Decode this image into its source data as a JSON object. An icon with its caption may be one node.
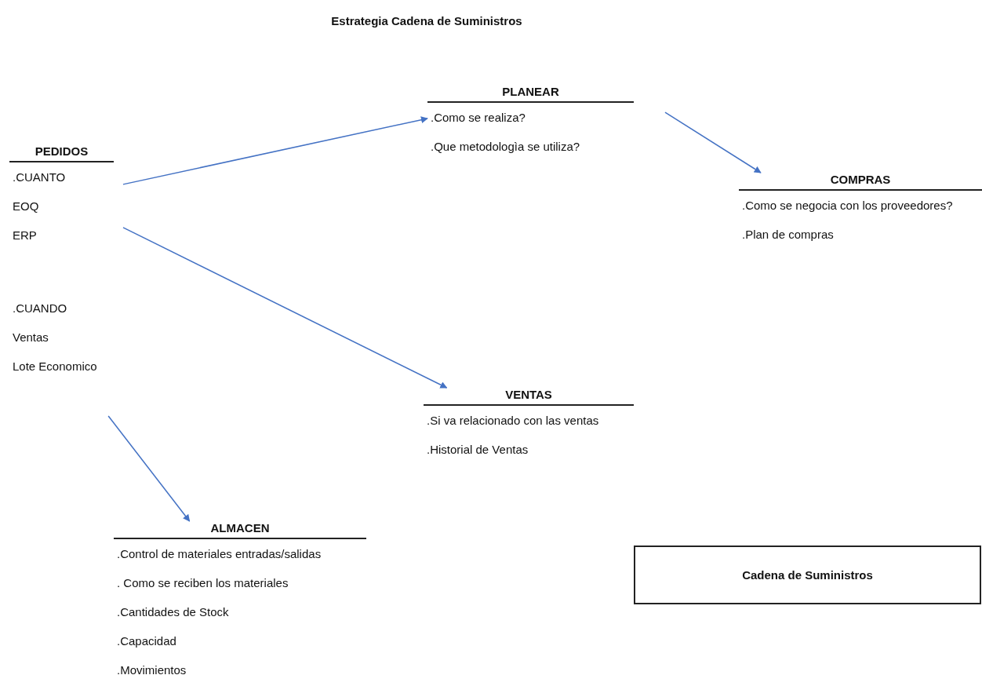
{
  "diagram": {
    "title": "Estrategia Cadena de Suministros",
    "nodes": [
      {
        "text": [
          "PEDIDOS",
          ".CUANTO",
          "EOQ",
          "ERP",
          ".CUANDO",
          "Ventas",
          "Lote Economico"
        ]
      },
      {
        "text": [
          "PLANEAR",
          ".Como se realiza?",
          ".Que metodologìa se utiliza?"
        ]
      },
      {
        "text": [
          "COMPRAS",
          ".Como se negocia con los proveedores?",
          ".Plan de compras"
        ]
      },
      {
        "text": [
          "VENTAS",
          ".Si va relacionado con las ventas",
          ".Historial de Ventas"
        ]
      },
      {
        "text": [
          "ALMACEN",
          ".Control de materiales entradas/salidas",
          ". Como se reciben los materiales",
          ".Cantidades de Stock",
          ".Capacidad",
          ".Movimientos"
        ]
      },
      {
        "text": [
          "Cadena de Suministros"
        ]
      }
    ],
    "edges": [
      {
        "from": 0,
        "to": 1,
        "arrow": "to"
      },
      {
        "from": 1,
        "to": 2,
        "arrow": "to"
      },
      {
        "from": 0,
        "to": 3,
        "arrow": "to"
      },
      {
        "from": 0,
        "to": 4,
        "arrow": "to"
      }
    ]
  }
}
